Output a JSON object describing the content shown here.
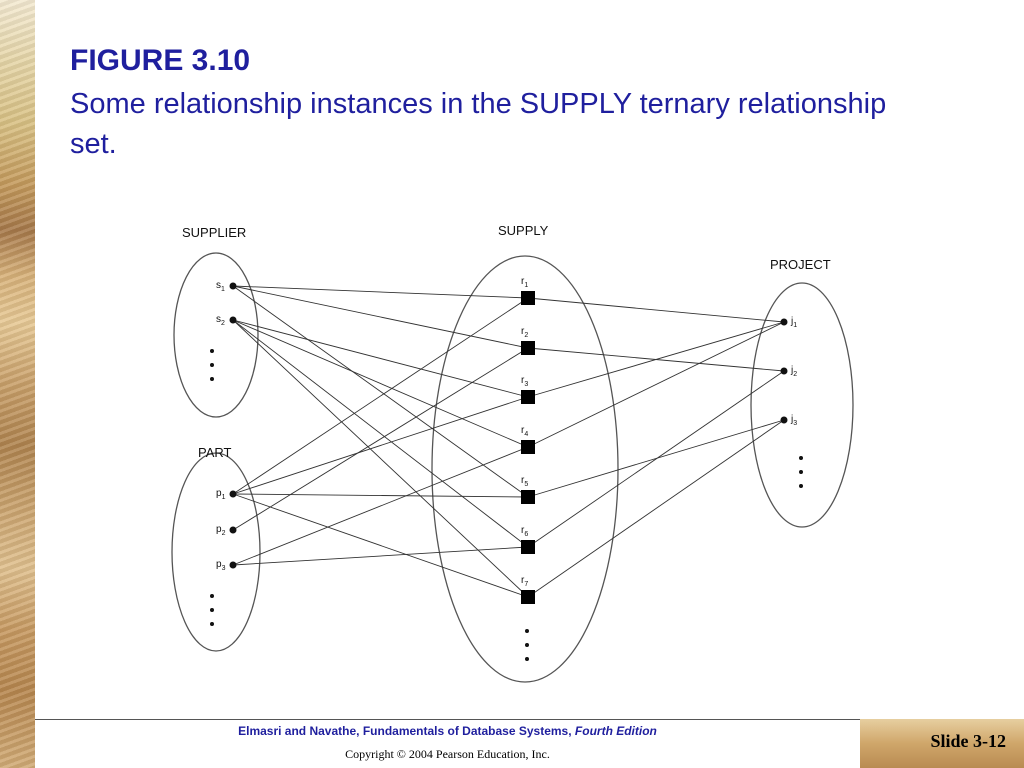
{
  "slide": {
    "figure_label": "FIGURE 3.10",
    "caption": "Some relationship instances in the SUPPLY ternary relationship set."
  },
  "diagram": {
    "entities": {
      "supplier": {
        "label": "SUPPLIER",
        "instances": [
          {
            "id": "s1",
            "letter": "s",
            "sub": "1"
          },
          {
            "id": "s2",
            "letter": "s",
            "sub": "2"
          }
        ]
      },
      "part": {
        "label": "PART",
        "instances": [
          {
            "id": "p1",
            "letter": "p",
            "sub": "1"
          },
          {
            "id": "p2",
            "letter": "p",
            "sub": "2"
          },
          {
            "id": "p3",
            "letter": "p",
            "sub": "3"
          }
        ]
      },
      "supply": {
        "label": "SUPPLY",
        "instances": [
          {
            "id": "r1",
            "letter": "r",
            "sub": "1"
          },
          {
            "id": "r2",
            "letter": "r",
            "sub": "2"
          },
          {
            "id": "r3",
            "letter": "r",
            "sub": "3"
          },
          {
            "id": "r4",
            "letter": "r",
            "sub": "4"
          },
          {
            "id": "r5",
            "letter": "r",
            "sub": "5"
          },
          {
            "id": "r6",
            "letter": "r",
            "sub": "6"
          },
          {
            "id": "r7",
            "letter": "r",
            "sub": "7"
          }
        ]
      },
      "project": {
        "label": "PROJECT",
        "instances": [
          {
            "id": "j1",
            "letter": "j",
            "sub": "1"
          },
          {
            "id": "j2",
            "letter": "j",
            "sub": "2"
          },
          {
            "id": "j3",
            "letter": "j",
            "sub": "3"
          }
        ]
      }
    },
    "relationships": [
      {
        "r": "r1",
        "s": "s1",
        "p": "p1",
        "j": "j1"
      },
      {
        "r": "r2",
        "s": "s1",
        "p": "p2",
        "j": "j2"
      },
      {
        "r": "r3",
        "s": "s2",
        "p": "p1",
        "j": "j1"
      },
      {
        "r": "r4",
        "s": "s2",
        "p": "p3",
        "j": "j1"
      },
      {
        "r": "r5",
        "s": "s1",
        "p": "p1",
        "j": "j3"
      },
      {
        "r": "r6",
        "s": "s2",
        "p": "p3",
        "j": "j2"
      },
      {
        "r": "r7",
        "s": "s2",
        "p": "p1",
        "j": "j3"
      }
    ]
  },
  "footer": {
    "book": "Elmasri and Navathe, Fundamentals of Database Systems,",
    "edition": "Fourth Edition",
    "copyright": "Copyright © 2004 Pearson Education, Inc.",
    "slide_number": "Slide 3-12"
  }
}
